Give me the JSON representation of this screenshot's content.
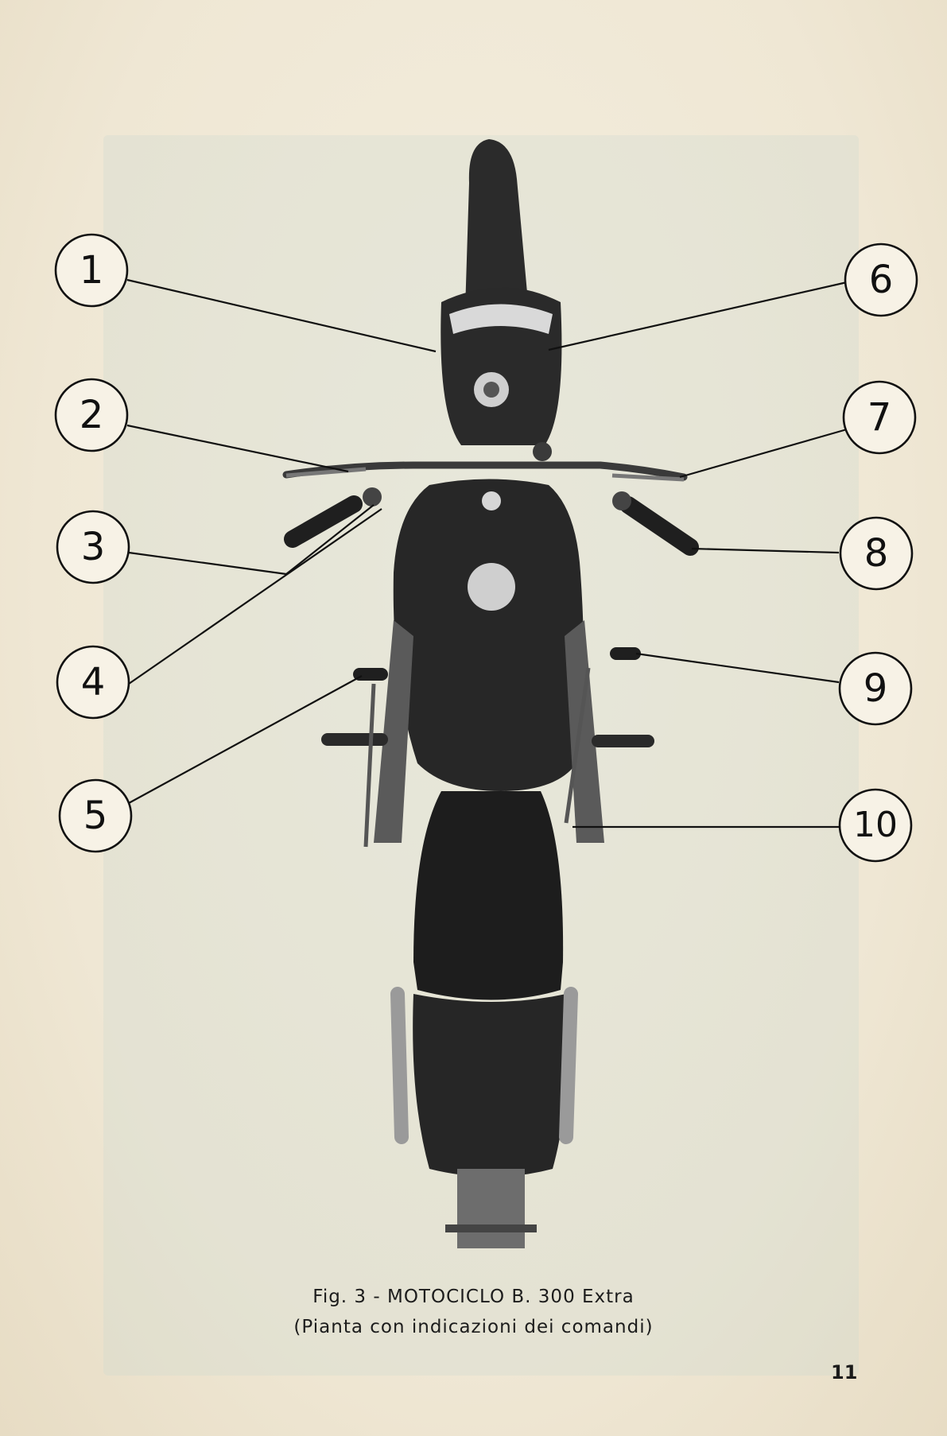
{
  "figure": {
    "callouts": [
      "1",
      "2",
      "3",
      "4",
      "5",
      "6",
      "7",
      "8",
      "9",
      "10"
    ]
  },
  "caption": {
    "line1": "Fig. 3 - MOTOCICLO B. 300 Extra",
    "line2": "(Pianta con indicazioni dei comandi)"
  },
  "page_number": "11"
}
